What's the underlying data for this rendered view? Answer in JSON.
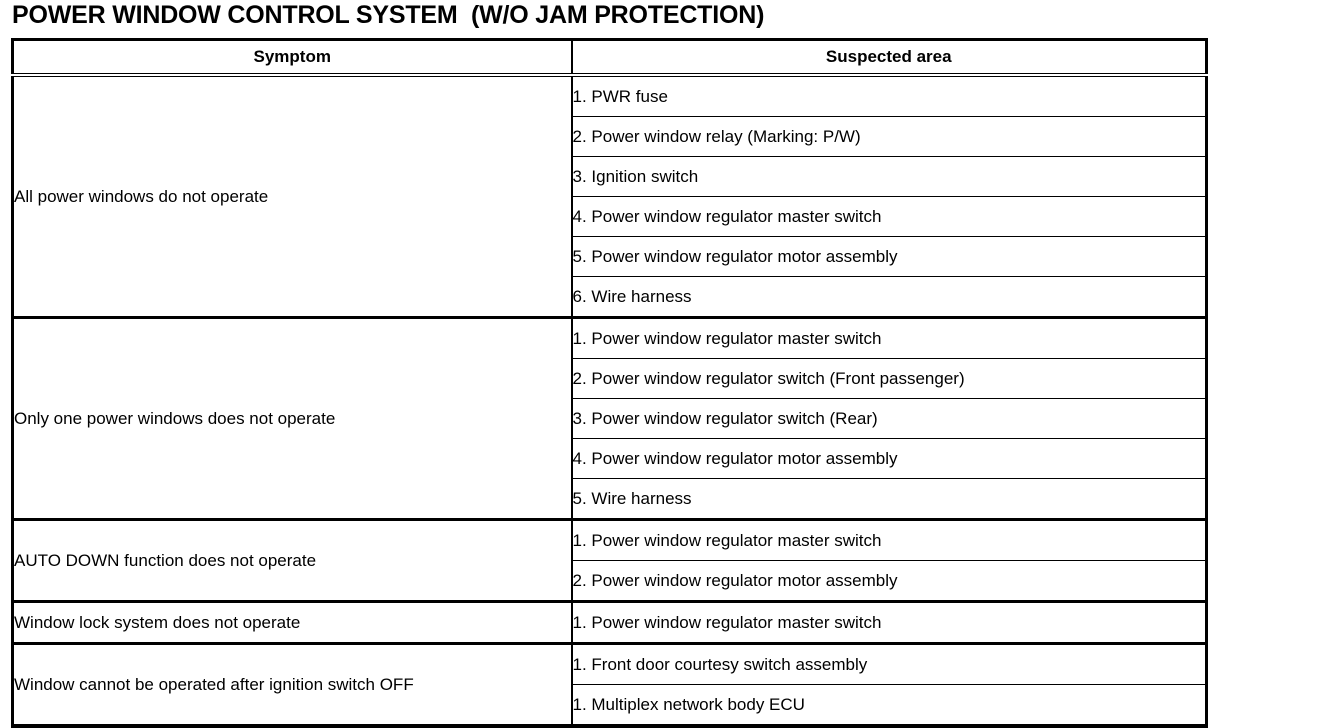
{
  "document": {
    "title": "POWER WINDOW CONTROL SYSTEM  (W/O JAM PROTECTION)"
  },
  "table": {
    "headers": {
      "symptom": "Symptom",
      "suspected_area": "Suspected area"
    },
    "sections": [
      {
        "symptom": "All power windows do not operate",
        "suspected_areas": [
          "1. PWR fuse",
          "2. Power window relay (Marking: P/W)",
          "3. Ignition switch",
          "4. Power window regulator master switch",
          "5. Power window regulator motor assembly",
          "6. Wire harness"
        ]
      },
      {
        "symptom": "Only one power windows does not operate",
        "suspected_areas": [
          "1. Power window regulator master switch",
          "2. Power window regulator switch (Front passenger)",
          "3. Power window regulator switch (Rear)",
          "4. Power window regulator motor assembly",
          "5. Wire harness"
        ]
      },
      {
        "symptom": "AUTO DOWN function does not operate",
        "suspected_areas": [
          "1. Power window regulator master switch",
          "2. Power window regulator motor assembly"
        ]
      },
      {
        "symptom": "Window lock system does not operate",
        "suspected_areas": [
          "1. Power window regulator master switch"
        ]
      },
      {
        "symptom": "Window cannot be operated after ignition switch OFF",
        "suspected_areas": [
          "1. Front door courtesy switch assembly",
          "1. Multiplex network body ECU"
        ]
      }
    ]
  },
  "colors": {
    "ink": "#000000",
    "paper": "#ffffff"
  }
}
